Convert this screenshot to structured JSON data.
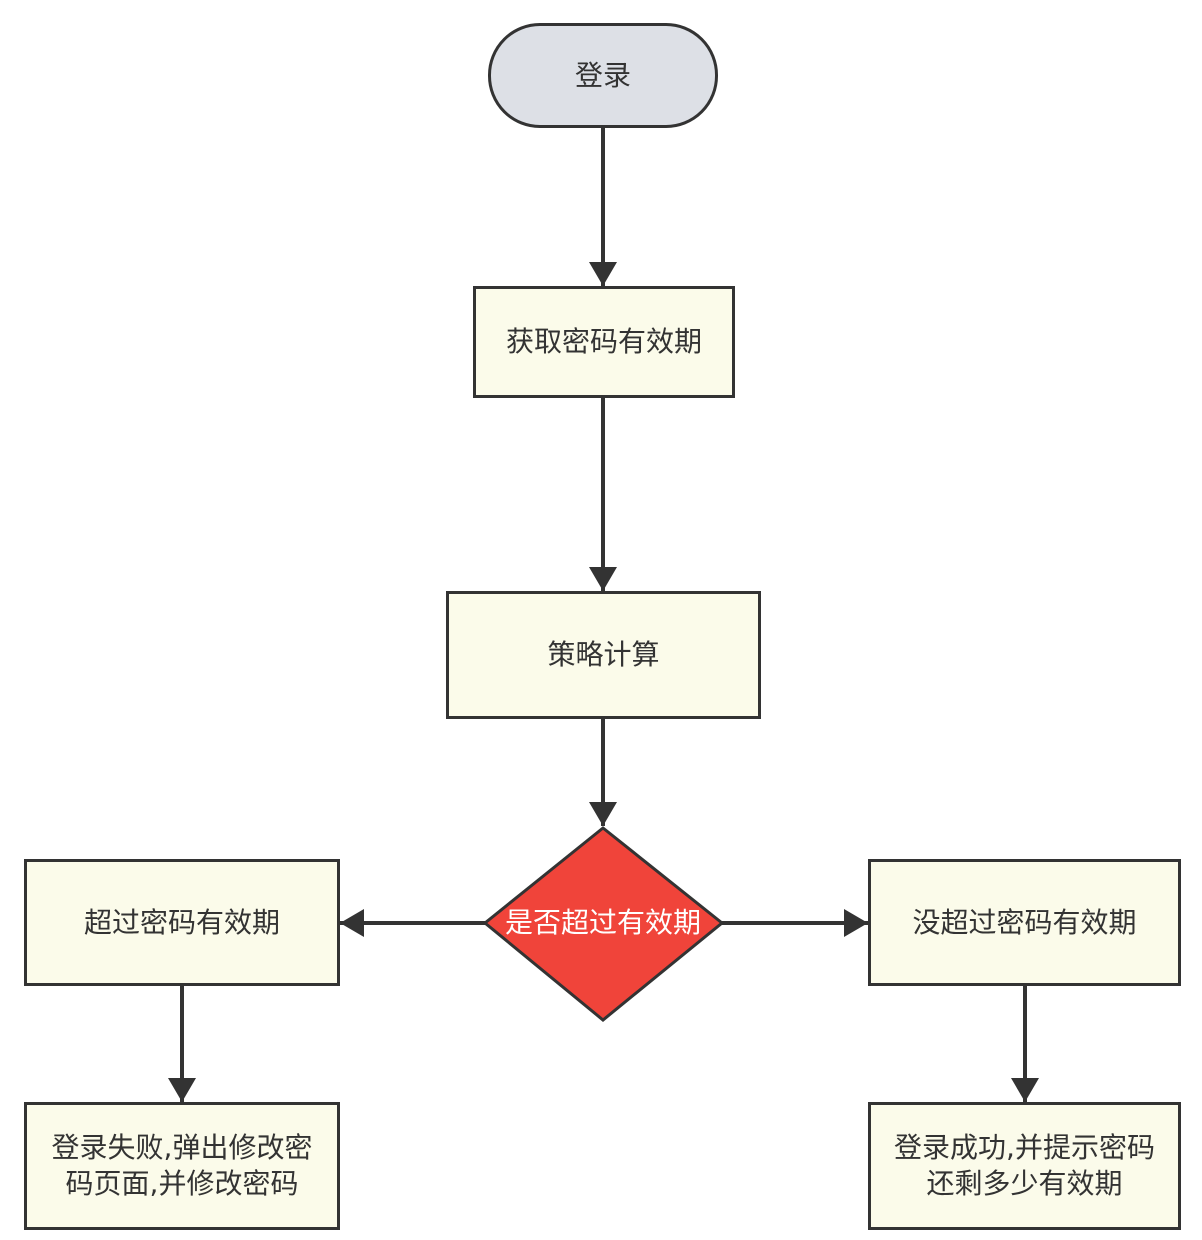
{
  "colors": {
    "stroke": "#333333",
    "process_fill": "#fbfbea",
    "terminal_fill": "#dde0e6",
    "decision_fill": "#f0443a",
    "text": "#333333",
    "decision_text": "#ffffff"
  },
  "nodes": {
    "start": {
      "label": "登录",
      "shape": "terminal"
    },
    "get_validity": {
      "label": "获取密码有效期",
      "shape": "process"
    },
    "policy_calc": {
      "label": "策略计算",
      "shape": "process"
    },
    "decision": {
      "label": "是否超过有效期",
      "shape": "decision"
    },
    "expired": {
      "label": "超过密码有效期",
      "shape": "process"
    },
    "not_expired": {
      "label": "没超过密码有效期",
      "shape": "process"
    },
    "fail_result": {
      "label": "登录失败,弹出修改密码页面,并修改密码",
      "shape": "process"
    },
    "success_result": {
      "label": "登录成功,并提示密码还剩多少有效期",
      "shape": "process"
    }
  },
  "edges": [
    {
      "from": "start",
      "to": "get_validity"
    },
    {
      "from": "get_validity",
      "to": "policy_calc"
    },
    {
      "from": "policy_calc",
      "to": "decision"
    },
    {
      "from": "decision",
      "to": "expired"
    },
    {
      "from": "decision",
      "to": "not_expired"
    },
    {
      "from": "expired",
      "to": "fail_result"
    },
    {
      "from": "not_expired",
      "to": "success_result"
    }
  ]
}
